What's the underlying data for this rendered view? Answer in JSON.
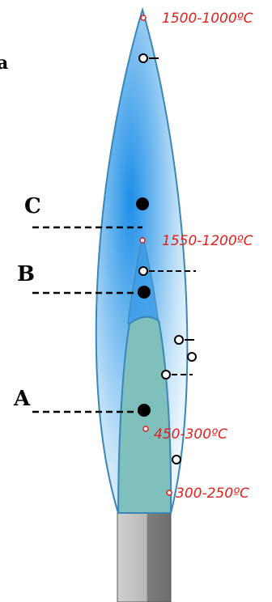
{
  "labels": {
    "temp_top": "1500-1000ºC",
    "temp_mid": "1550-1200ºC",
    "temp_inner": "450-300ºC",
    "temp_base": "300-250ºC",
    "point_a": "A",
    "point_b": "B",
    "point_c": "C",
    "cutoff_glyph": "a"
  },
  "colors": {
    "outer_flame_stroke": "#3a86b8",
    "outer_flame_core": "#1f8ee6",
    "inner_cone": "#7fbfbc",
    "temperature_text": "#e0201b",
    "burner_light": "#c8c8c8",
    "burner_dark": "#7a7a7a"
  }
}
